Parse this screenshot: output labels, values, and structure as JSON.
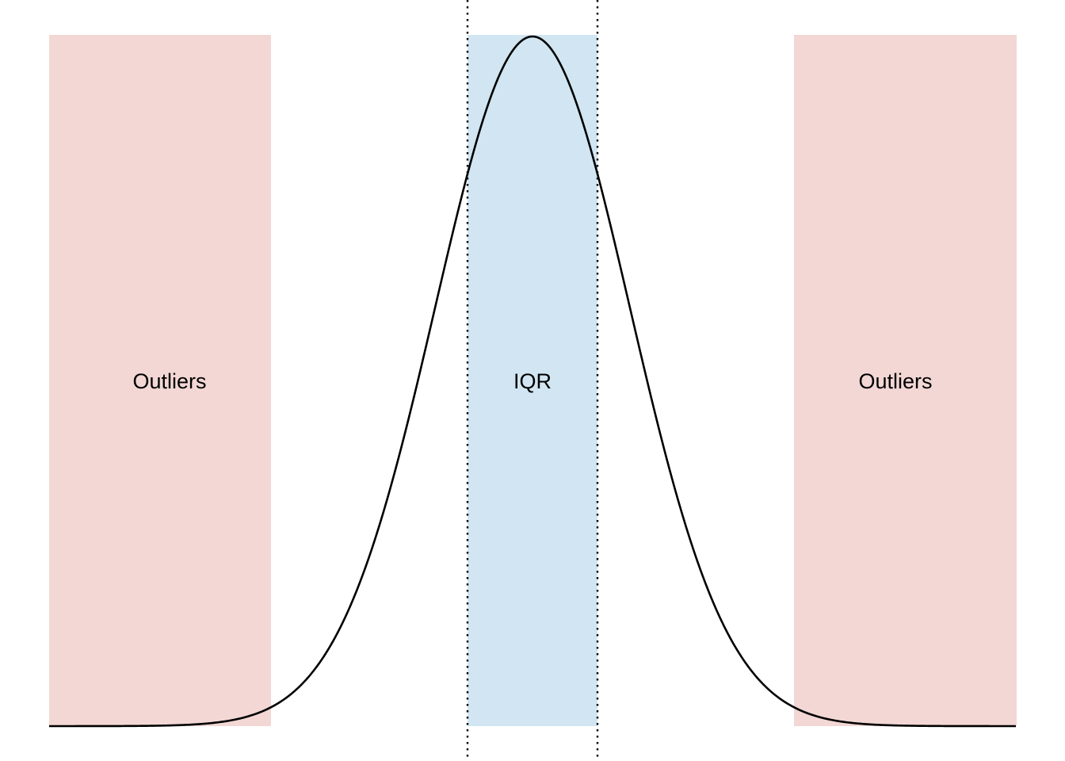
{
  "regions": {
    "left_outliers": {
      "label": "Outliers",
      "color": "#f2d7d5"
    },
    "iqr": {
      "label": "IQR",
      "color": "#d1e6f2"
    },
    "right_outliers": {
      "label": "Outliers",
      "color": "#f2d7d5"
    }
  },
  "curve": {
    "shape": "normal-distribution",
    "color": "#000000"
  },
  "boundary_lines": {
    "style": "dotted",
    "color": "#000000"
  }
}
